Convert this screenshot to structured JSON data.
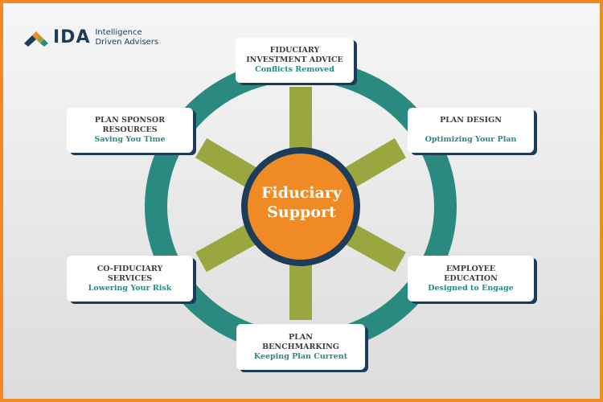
{
  "logo": {
    "name": "IDA",
    "tagline_1": "Intelligence",
    "tagline_2": "Driven Advisers"
  },
  "center": {
    "line1": "Fiduciary",
    "line2": "Support"
  },
  "items": [
    {
      "title_1": "Fiduciary",
      "title_2": "Investment Advice",
      "subtitle": "Conflicts Removed"
    },
    {
      "title_1": "Plan Design",
      "title_2": "",
      "subtitle": "Optimizing Your Plan"
    },
    {
      "title_1": "Employee",
      "title_2": "Education",
      "subtitle": "Designed to Engage"
    },
    {
      "title_1": "Plan",
      "title_2": "Benchmarking",
      "subtitle": "Keeping Plan Current"
    },
    {
      "title_1": "Co-Fiduciary",
      "title_2": "Services",
      "subtitle": "Lowering Your Risk"
    },
    {
      "title_1": "Plan Sponsor",
      "title_2": "Resources",
      "subtitle": "Saving You Time"
    }
  ],
  "colors": {
    "border": "#f08a24",
    "ring": "#2a8a80",
    "spoke": "#9aa63f",
    "hub": "#f08a24",
    "hub_border": "#1d3c5a"
  }
}
